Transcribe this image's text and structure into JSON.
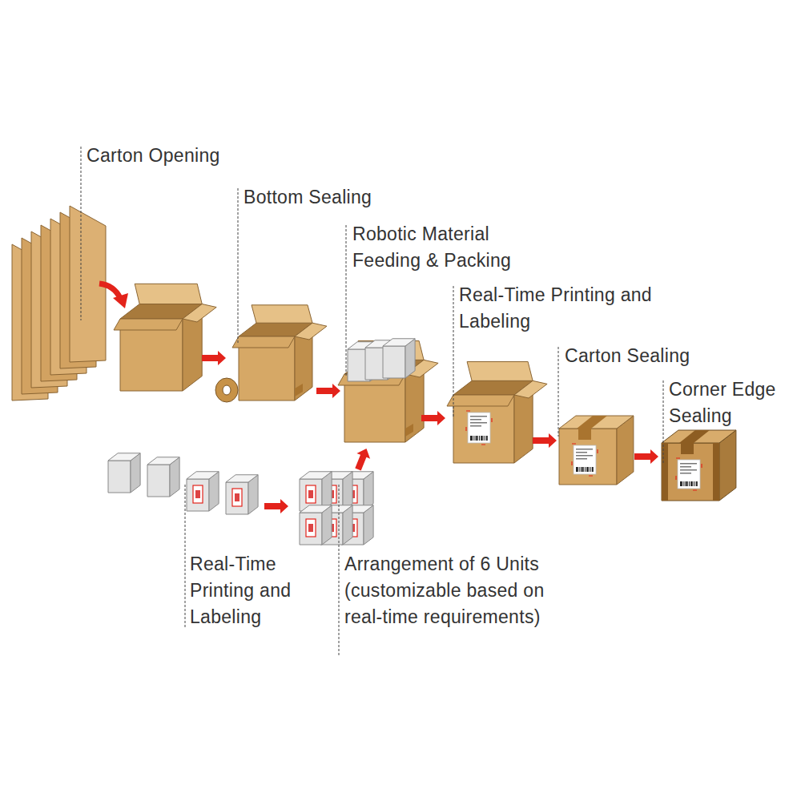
{
  "diagram": {
    "labels": [
      "Carton Opening",
      "Bottom Sealing",
      "Robotic Material Feeding & Packing",
      "Real-Time Printing and Labeling",
      "Carton Sealing",
      "Corner Edge Sealing",
      "Real-Time Printing and Labeling",
      "Arrangement of 6 Units (customizable based on real-time requirements)"
    ]
  }
}
